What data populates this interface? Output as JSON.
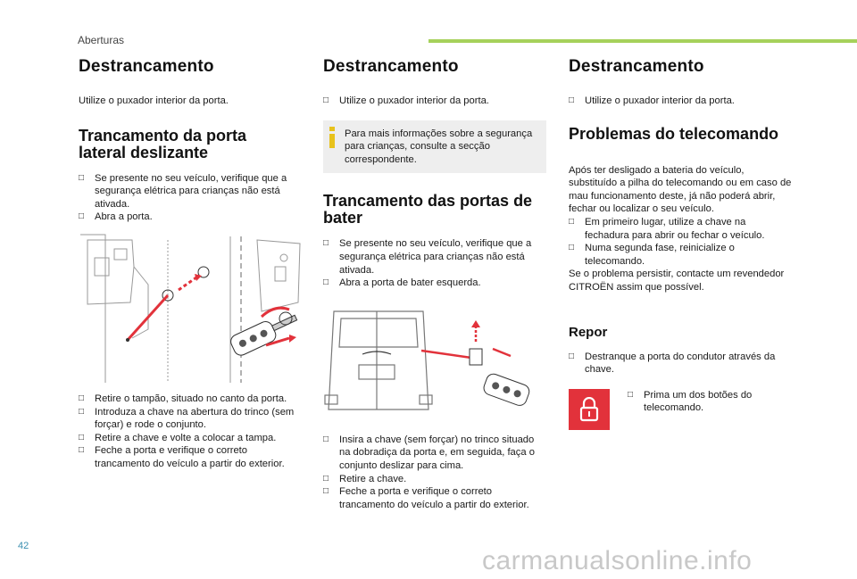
{
  "header": {
    "section": "Aberturas"
  },
  "page_number": "42",
  "watermark": "carmanualsonline.info",
  "col1": {
    "title": "Destrancamento",
    "intro": "Utilize o puxador interior da porta.",
    "subtitle": "Trancamento da porta lateral deslizante",
    "bullets_a": [
      "Se presente no seu veículo, verifique que a segurança elétrica para crianças não está ativada.",
      "Abra a porta."
    ],
    "bullets_b": [
      "Retire o tampão, situado no canto da porta.",
      "Introduza a chave na abertura do trinco (sem forçar) e rode o conjunto.",
      "Retire a chave e volte a colocar a tampa.",
      "Feche a porta e verifique o correto trancamento do veículo a partir do exterior."
    ]
  },
  "col2": {
    "title": "Destrancamento",
    "bullet_intro": "Utilize o puxador interior da porta.",
    "info": "Para mais informações sobre a segurança para crianças, consulte a secção correspondente.",
    "subtitle": "Trancamento das portas de bater",
    "bullets_a": [
      "Se presente no seu veículo, verifique que a segurança elétrica para crianças não está ativada.",
      "Abra a porta de bater esquerda."
    ],
    "bullets_b": [
      "Insira a chave (sem forçar) no trinco situado na dobradiça da porta e, em seguida, faça o conjunto deslizar para cima.",
      "Retire a chave.",
      "Feche a porta e verifique o correto trancamento do veículo a partir do exterior."
    ]
  },
  "col3": {
    "title": "Destrancamento",
    "bullet_intro": "Utilize o puxador interior da porta.",
    "subtitle": "Problemas do telecomando",
    "para1": "Após ter desligado a bateria do veículo, substituído a pilha do telecomando ou em caso de mau funcionamento deste, já não poderá abrir, fechar ou localizar o seu veículo.",
    "bullets_a": [
      "Em primeiro lugar, utilize a chave na fechadura para abrir ou fechar o veículo.",
      "Numa segunda fase, reinicialize o telecomando."
    ],
    "para2": "Se o problema persistir, contacte um revendedor CITROËN assim que possível.",
    "repor_title": "Repor",
    "repor_bullet": "Destranque a porta do condutor através da chave.",
    "lock_bullet": "Prima um dos botões do telecomando."
  },
  "colors": {
    "accent_green": "#a6d15b",
    "lock_red": "#e2323b",
    "info_bg": "#eeeeee"
  },
  "icons": {
    "bullet": "checkbox-bullet",
    "info": "info-icon",
    "lock": "padlock-icon"
  }
}
